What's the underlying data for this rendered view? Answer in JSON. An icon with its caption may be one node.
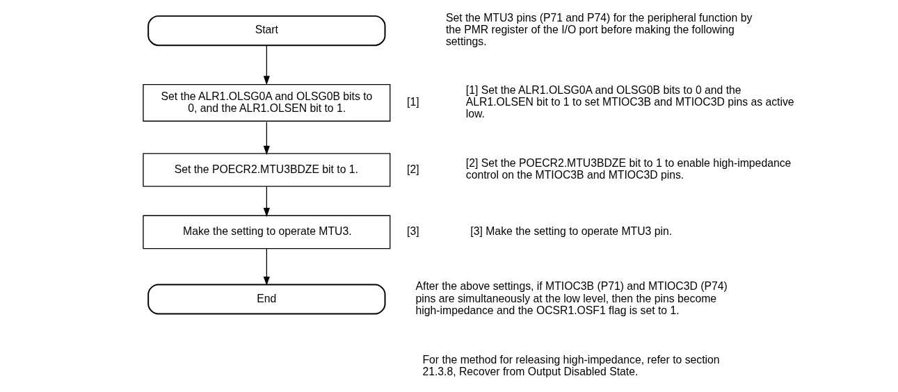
{
  "diagram": {
    "nodes": [
      {
        "text": [
          "Start"
        ]
      },
      {
        "text": [
          "Set the ALR1.OLSG0A and OLSG0B bits to 0, and the ALR1.OLSEN bit to 1."
        ],
        "beside": [
          "[1]"
        ]
      },
      {
        "text": [
          "Set the POECR2.MTU3BDZE bit to 1."
        ],
        "beside": [
          "[2]"
        ]
      },
      {
        "text": [
          "Make the setting to operate MTU3."
        ],
        "beside": [
          "[3]"
        ]
      },
      {
        "text": [
          "End"
        ]
      }
    ],
    "edges": [
      {
        "from": 0,
        "to": 1,
        "arrow": "to"
      },
      {
        "from": 1,
        "to": 2,
        "arrow": "to"
      },
      {
        "from": 2,
        "to": 3,
        "arrow": "to"
      },
      {
        "from": 3,
        "to": 4,
        "arrow": "to"
      }
    ],
    "labels": [
      "Set the MTU3 pins (P71 and P74) for the peripheral function by the PMR register of the I/O port before making the following settings.",
      "[1] Set the ALR1.OLSG0A and OLSG0B bits to 0 and the ALR1.OLSEN bit to 1 to set MTIOC3B and MTIOC3D pins as active low.",
      "[2] Set the POECR2.MTU3BDZE bit to 1 to enable high-impedance control on the MTIOC3B and MTIOC3D pins.",
      "[3] Make the setting to operate MTU3 pin.",
      "After the above settings, if MTIOC3B (P71) and MTIOC3D (P74) pins are simultaneously at the low level, then the pins become high-impedance and the OCSR1.OSF1 flag is set to 1.",
      "For the method for releasing high-impedance, refer to section 21.3.8, Recover from Output Disabled State."
    ]
  }
}
